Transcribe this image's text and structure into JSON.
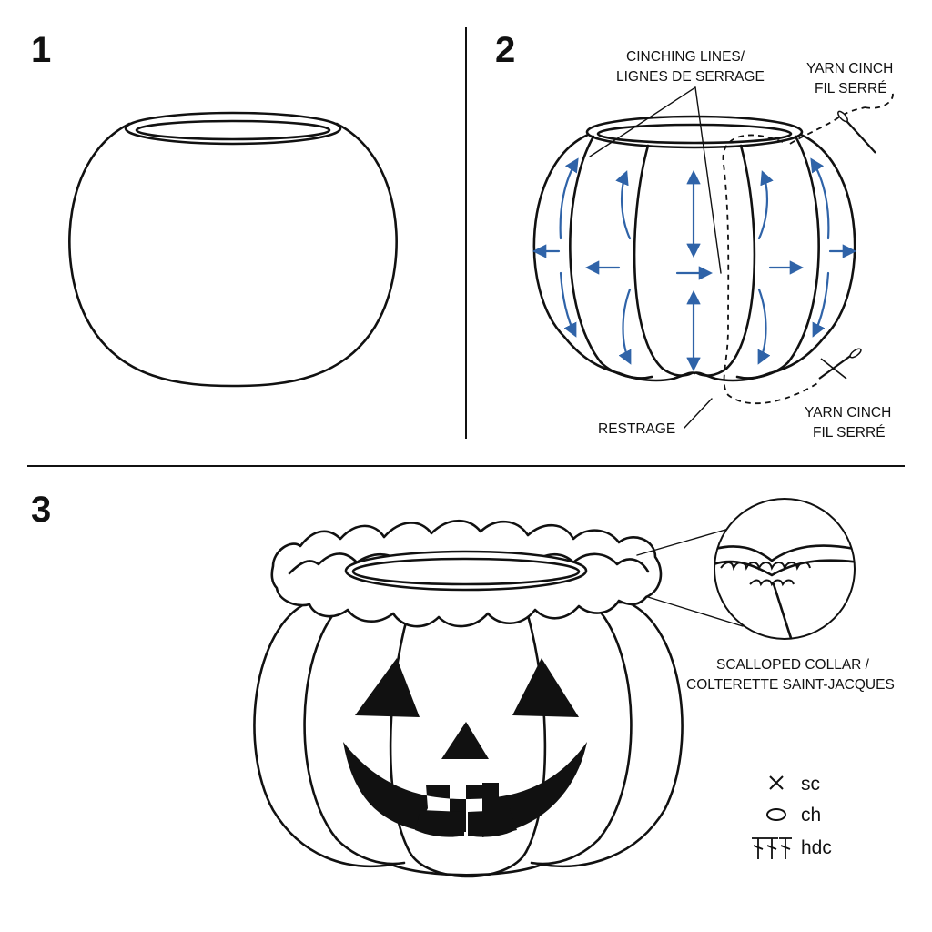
{
  "steps": {
    "one": {
      "number": "1"
    },
    "two": {
      "number": "2",
      "cinching_line_1": "CINCHING LINES/",
      "cinching_line_2": "LIGNES DE SERRAGE",
      "yarn_top_1": "YARN CINCH",
      "yarn_top_2": "FIL SERRÉ",
      "yarn_bottom_1": "YARN CINCH",
      "yarn_bottom_2": "FIL SERRÉ",
      "restrage": "RESTRAGE"
    },
    "three": {
      "number": "3",
      "collar_1": "SCALLOPED COLLAR /",
      "collar_2": "COLTERETTE SAINT-JACQUES"
    }
  },
  "legend": [
    {
      "symbol": "x-mark-icon",
      "label": "sc"
    },
    {
      "symbol": "oval-icon",
      "label": "ch"
    },
    {
      "symbol": "hdc-stitch-icon",
      "label": "hdc"
    }
  ],
  "colors": {
    "ink": "#111111",
    "arrow": "#2f63a8",
    "background": "#ffffff"
  }
}
